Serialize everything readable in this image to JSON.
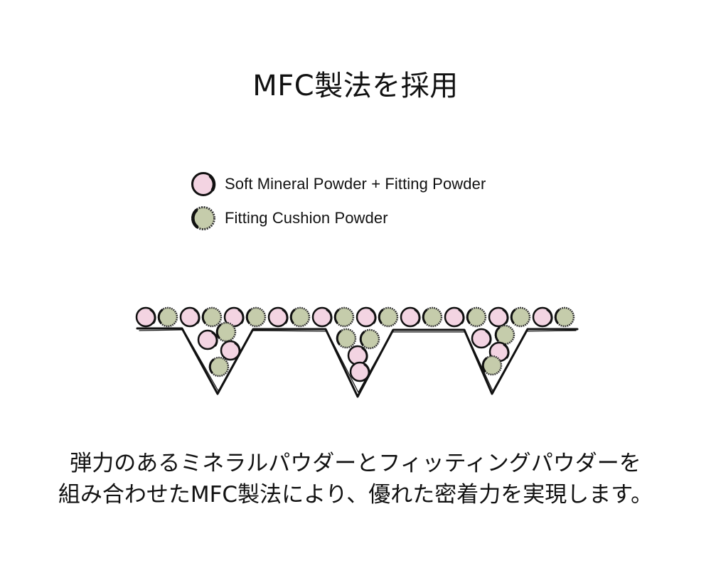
{
  "title": "MFC製法を採用",
  "legend": [
    {
      "label": "Soft Mineral Powder + Fitting Powder",
      "color": "#f3d4e2",
      "icon": "pink-particle-icon"
    },
    {
      "label": "Fitting Cushion Powder",
      "color": "#c5ccab",
      "icon": "green-particle-icon"
    }
  ],
  "caption": {
    "line1": "弾力のあるミネラルパウダーとフィッティングパウダーを",
    "line2": "組み合わせたMFC製法により、優れた密着力を実現します。"
  }
}
